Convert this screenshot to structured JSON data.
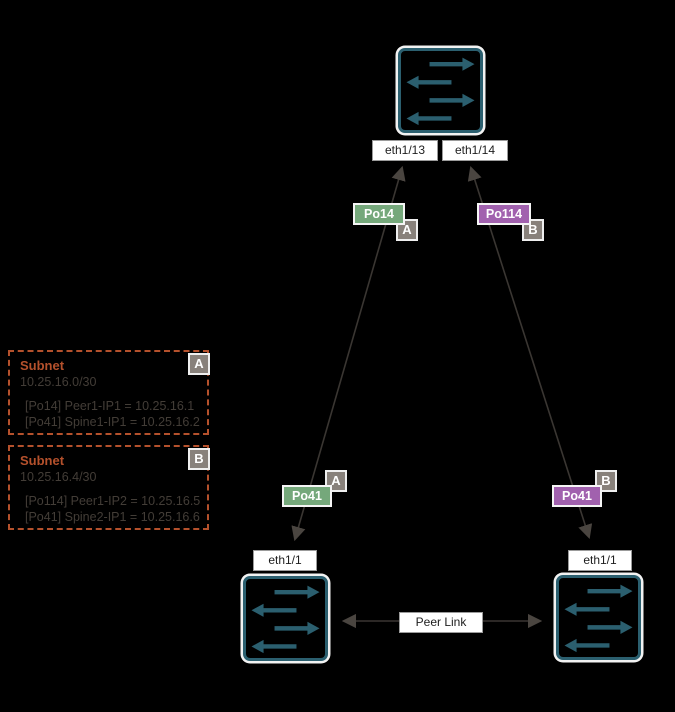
{
  "palette": {
    "background": "#000000",
    "switch_teal": "#2b5f6f",
    "port_channel_green": "#75a87b",
    "port_channel_purple": "#a161ae",
    "zone_badge_gray": "#88817b",
    "subnet_orange": "#b5512c",
    "connector_gray": "#3a3632"
  },
  "top_switch": {
    "ports": [
      "eth1/13",
      "eth1/14"
    ]
  },
  "port_channels": {
    "spine_left": {
      "label": "Po14",
      "zone": "A"
    },
    "spine_right": {
      "label": "Po114",
      "zone": "B"
    },
    "peer_left": {
      "label": "Po41",
      "zone": "A"
    },
    "peer_right": {
      "label": "Po41",
      "zone": "B"
    }
  },
  "subnets": [
    {
      "badge": "A",
      "title": "Subnet",
      "cidr": "10.25.16.0/30",
      "lines": [
        "[Po14] Peer1-IP1 = 10.25.16.1",
        "[Po41] Spine1-IP1 = 10.25.16.2"
      ]
    },
    {
      "badge": "B",
      "title": "Subnet",
      "cidr": "10.25.16.4/30",
      "lines": [
        "[Po114] Peer1-IP2 = 10.25.16.5",
        "[Po41] Spine2-IP1 = 10.25.16.6"
      ]
    }
  ],
  "bottom_switches": {
    "left_port": "eth1/1",
    "right_port": "eth1/1"
  },
  "peer_link": {
    "label": "Peer Link"
  }
}
